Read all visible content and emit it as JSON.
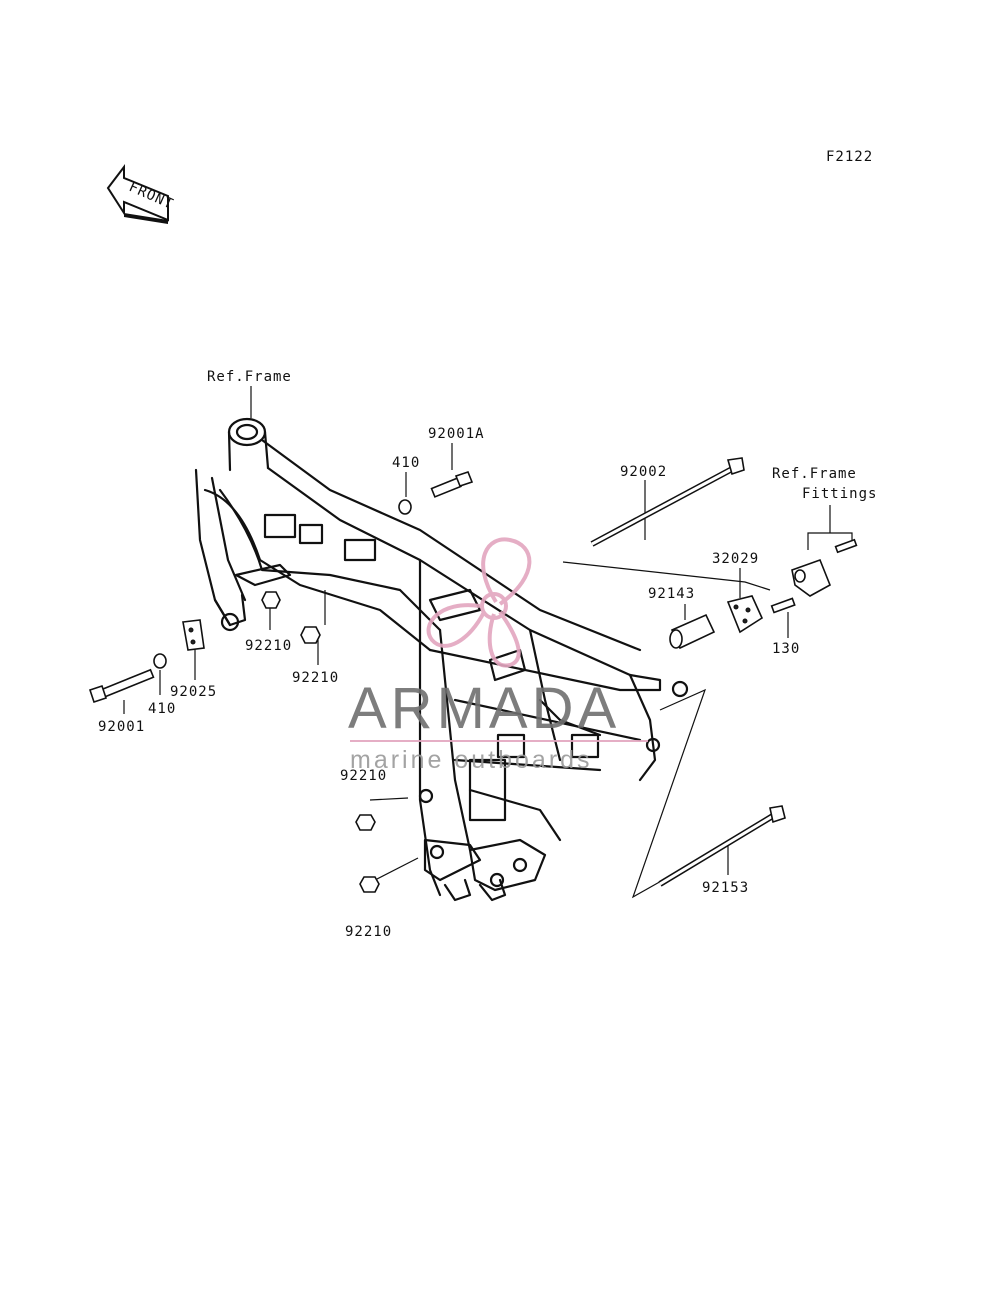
{
  "diagram": {
    "code": "F2122",
    "front_marker": "FRONT",
    "labels": {
      "ref_frame_top": "Ref.Frame",
      "ref_frame_fittings_1": "Ref.Frame",
      "ref_frame_fittings_2": "Fittings",
      "p92001A": "92001A",
      "p410_top": "410",
      "p92002": "92002",
      "p32029": "32029",
      "p92143": "92143",
      "p130": "130",
      "p92210_a": "92210",
      "p92210_b": "92210",
      "p92210_c": "92210",
      "p92210_d": "92210",
      "p92025": "92025",
      "p410_left": "410",
      "p92001": "92001",
      "p92153": "92153"
    }
  },
  "watermark": {
    "title": "ARMADA",
    "subtitle": "marine outboards",
    "accent_color": "#e3a6bf"
  }
}
